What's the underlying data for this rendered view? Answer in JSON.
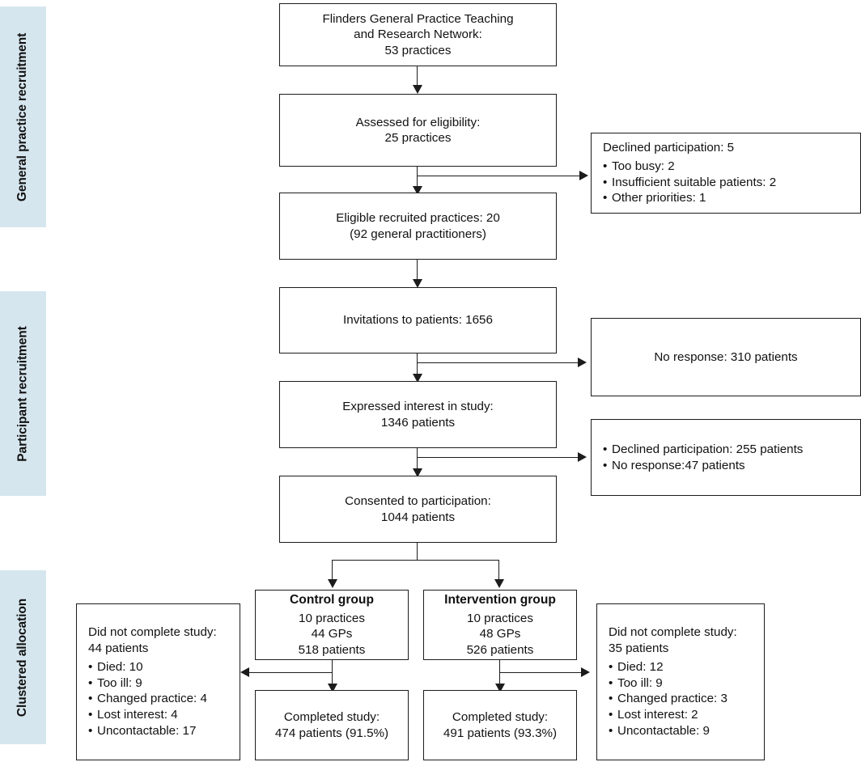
{
  "figure": {
    "type": "flowchart",
    "description": "CONSORT-style participant flow diagram"
  },
  "stages": [
    {
      "label": "General practice recruitment"
    },
    {
      "label": "Participant recruitment"
    },
    {
      "label": "Clustered allocation"
    }
  ],
  "nodes": {
    "source": {
      "lines": [
        "Flinders General Practice Teaching",
        "and Research Network:",
        "53 practices"
      ]
    },
    "assessed": {
      "lines": [
        "Assessed for eligibility:",
        "25 practices"
      ]
    },
    "declined_practices": {
      "lead": "Declined participation: 5",
      "bullets": [
        "Too busy: 2",
        "Insufficient suitable patients: 2",
        "Other priorities: 1"
      ]
    },
    "eligible": {
      "lines": [
        "Eligible recruited practices: 20",
        "(92 general practitioners)"
      ]
    },
    "invitations": {
      "lines": [
        "Invitations to patients: 1656"
      ]
    },
    "no_response": {
      "lines": [
        "No response: 310 patients"
      ]
    },
    "expressed": {
      "lines": [
        "Expressed interest in study:",
        "1346 patients"
      ]
    },
    "declined_patients": {
      "bullets": [
        "Declined participation: 255 patients",
        "No response:47 patients"
      ]
    },
    "consented": {
      "lines": [
        "Consented to participation:",
        "1044 patients"
      ]
    },
    "control": {
      "heading": "Control group",
      "lines": [
        "10 practices",
        "44 GPs",
        "518 patients"
      ]
    },
    "intervention": {
      "heading": "Intervention group",
      "lines": [
        "10 practices",
        "48 GPs",
        "526 patients"
      ]
    },
    "control_completed": {
      "lines": [
        "Completed study:",
        "474 patients (91.5%)"
      ]
    },
    "intervention_completed": {
      "lines": [
        "Completed study:",
        "491 patients (93.3%)"
      ]
    },
    "control_dropout": {
      "lead1": "Did not complete study:",
      "lead2": "44 patients",
      "bullets": [
        "Died: 10",
        "Too ill: 9",
        "Changed practice: 4",
        "Lost interest: 4",
        "Uncontactable: 17"
      ]
    },
    "intervention_dropout": {
      "lead1": "Did not complete study:",
      "lead2": "35 patients",
      "bullets": [
        "Died: 12",
        "Too ill: 9",
        "Changed practice: 3",
        "Lost interest: 2",
        "Uncontactable: 9"
      ]
    }
  },
  "colors": {
    "band": "#d6e6ef",
    "stroke": "#1c1c1c",
    "background": "#ffffff",
    "text": "#111111"
  }
}
